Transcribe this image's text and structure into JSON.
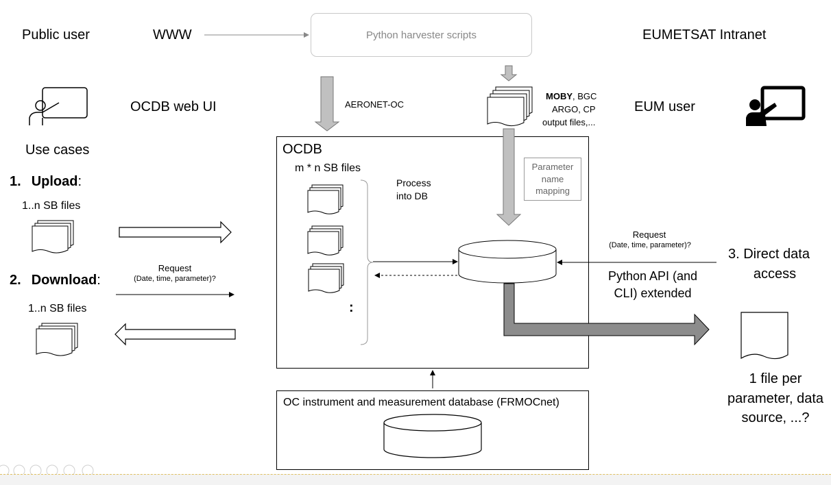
{
  "header": {
    "public_user": "Public user",
    "www": "WWW",
    "harvester": "Python harvester scripts",
    "intranet": "EUMETSAT Intranet"
  },
  "left": {
    "web_ui": "OCDB web UI",
    "use_cases": "Use cases",
    "upload_num": "1.",
    "upload_label": "Upload",
    "upload_colon": ":",
    "upload_files": "1..n SB files",
    "download_num": "2.",
    "download_label": "Download",
    "download_colon": ":",
    "download_request": "Request",
    "download_request_params": "(Date, time, parameter)?",
    "download_files": "1..n SB files"
  },
  "inputs": {
    "aeronet": "AERONET-OC",
    "moby": "MOBY",
    "bgc": ", BGC",
    "argo": "ARGO, CP",
    "output_files": "output files,..."
  },
  "ocdb": {
    "title": "OCDB",
    "sb_files": "m * n SB files",
    "ellipsis": ":",
    "process_line1": "Process",
    "process_line2": "into DB",
    "mapping_line1": "Parameter",
    "mapping_line2": "name",
    "mapping_line3": "mapping"
  },
  "right": {
    "eum_user": "EUM user",
    "request": "Request",
    "request_params": "(Date, time, parameter)?",
    "direct_line1": "3. Direct data",
    "direct_line2": "access",
    "api_line1": "Python API (and",
    "api_line2": "CLI) extended",
    "per_file_line1": "1 file per",
    "per_file_line2": "parameter, data",
    "per_file_line3": "source, ...?"
  },
  "frmoc": {
    "title": "OC instrument and measurement database (FRMOCnet)"
  }
}
